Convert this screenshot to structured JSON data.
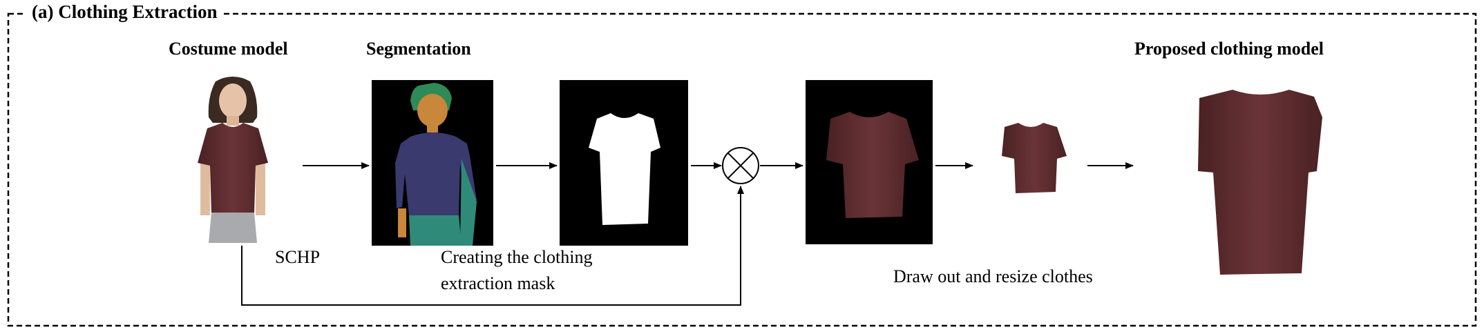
{
  "section": {
    "title": "(a) Clothing  Extraction"
  },
  "stages": {
    "costume_model": "Costume model",
    "segmentation": "Segmentation",
    "proposed": "Proposed clothing model"
  },
  "annotations": {
    "schp": "SCHP",
    "mask_line1": "Creating the clothing",
    "mask_line2": "extraction mask",
    "draw_resize": "Draw out and resize clothes"
  },
  "colors": {
    "shirt": "#5a2a2c",
    "mask_bg": "#000000",
    "mask_fg": "#ffffff",
    "seg_skin": "#c8873a",
    "seg_hair": "#2e8b57",
    "seg_shirt": "#3a3a6e",
    "seg_pants": "#2f8a7a"
  },
  "icons": {
    "operator": "multiply-circle-icon"
  }
}
